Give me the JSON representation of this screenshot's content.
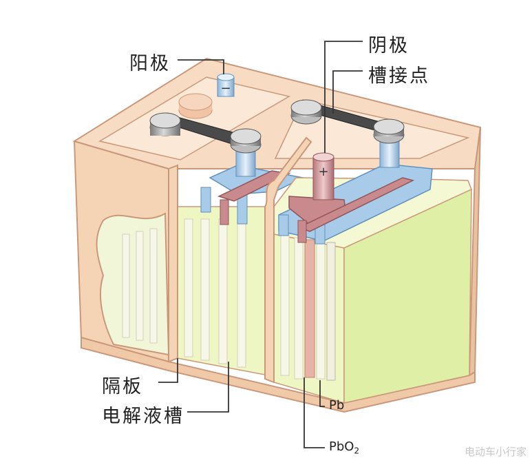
{
  "labels": {
    "anode": "阳极",
    "cathode": "阴极",
    "cell_contact": "槽接点",
    "separator": "隔板",
    "electrolyte_tank": "电解液槽",
    "pb": "Pb",
    "pbo2_base": "PbO",
    "pbo2_sub": "2"
  },
  "terminal_signs": {
    "minus": "−",
    "plus": "+"
  },
  "watermark": "电动车小行家",
  "colors": {
    "casing": "#f6d8bc",
    "casing_edge": "#c9987a",
    "electrolyte": "#eef6c4",
    "electrolyte_front": "#dff0a6",
    "negative_plate": "#a7cbe9",
    "positive_plate": "#c98a8e",
    "separator_plate": "#f7f7e8",
    "connector": "#4a4a4a",
    "terminal": "#9a9a9a"
  }
}
